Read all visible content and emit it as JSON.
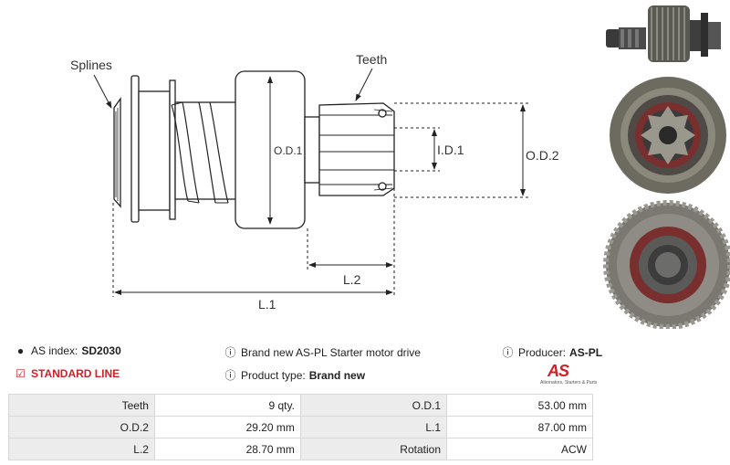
{
  "diagram": {
    "labels": {
      "splines": "Splines",
      "teeth": "Teeth",
      "od1": "O.D.1",
      "id1": "I.D.1",
      "od2": "O.D.2",
      "l1": "L.1",
      "l2": "L.2"
    },
    "colors": {
      "line": "#222222",
      "accent": "#d0202a"
    }
  },
  "info": {
    "as_index_label": "AS index:",
    "as_index_value": "SD2030",
    "standard_line": "STANDARD LINE",
    "description": "Brand new AS-PL Starter motor drive",
    "product_type_label": "Product type:",
    "product_type_value": "Brand new",
    "producer_label": "Producer:",
    "producer_value": "AS-PL",
    "logo_text": "AS",
    "logo_tagline": "Alternators, Starters & Parts",
    "icons": {
      "tag": "tag-icon",
      "info": "info-icon",
      "check": "checkbox-icon"
    }
  },
  "specs": [
    [
      {
        "k": "Teeth",
        "v": "9 qty."
      },
      {
        "k": "O.D.1",
        "v": "53.00 mm"
      }
    ],
    [
      {
        "k": "O.D.2",
        "v": "29.20 mm"
      },
      {
        "k": "L.1",
        "v": "87.00 mm"
      }
    ],
    [
      {
        "k": "L.2",
        "v": "28.70 mm"
      },
      {
        "k": "Rotation",
        "v": "ACW"
      }
    ]
  ]
}
